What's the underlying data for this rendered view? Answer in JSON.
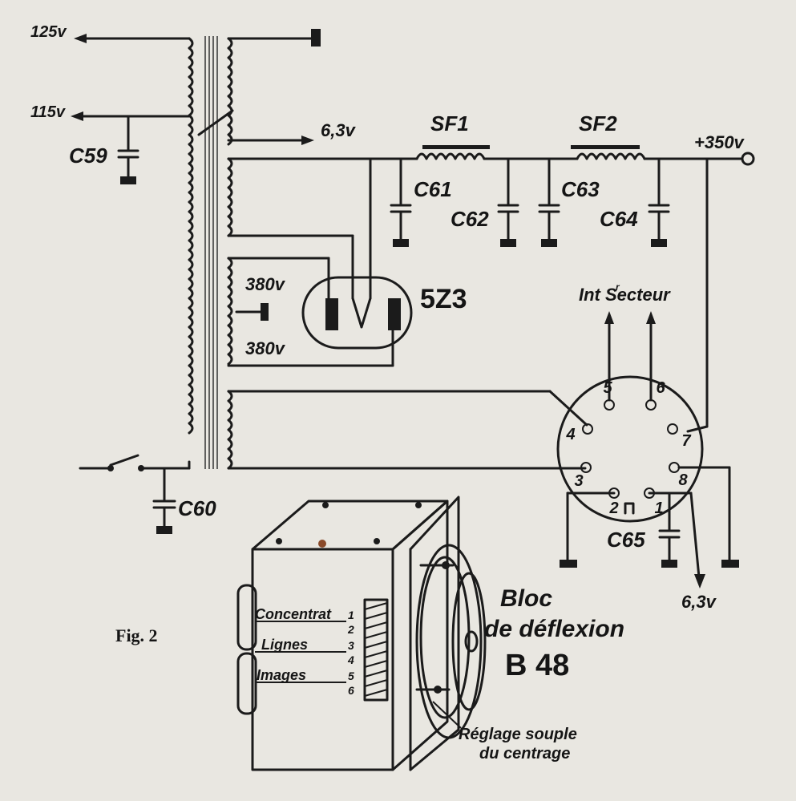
{
  "figure_label": "Fig. 2",
  "voltages": {
    "v125": "125v",
    "v115": "115v",
    "v63_top": "6,3v",
    "v350": "+350v",
    "v380_a": "380v",
    "v380_b": "380v",
    "v63_bottom": "6,3v"
  },
  "components": {
    "sf1": "SF1",
    "sf2": "SF2",
    "c59": "C59",
    "c60": "C60",
    "c61": "C61",
    "c62": "C62",
    "c63": "C63",
    "c64": "C64",
    "c65": "C65",
    "rectifier": "5Z3"
  },
  "socket": {
    "mains_switch_label": "Int Secteur",
    "mains_switch_sup": "r",
    "pins": [
      "1",
      "2",
      "3",
      "4",
      "5",
      "6",
      "7",
      "8"
    ]
  },
  "deflection_block": {
    "title_line1": "Bloc",
    "title_line2": "de déflexion",
    "model": "B 48",
    "rows": [
      {
        "name": "Concentrat",
        "pins": [
          "1",
          "2"
        ]
      },
      {
        "name": "Lignes",
        "pins": [
          "3",
          "4"
        ]
      },
      {
        "name": "Images",
        "pins": [
          "5",
          "6"
        ]
      }
    ],
    "adjust_line1": "Réglage souple",
    "adjust_line2": "du centrage"
  }
}
